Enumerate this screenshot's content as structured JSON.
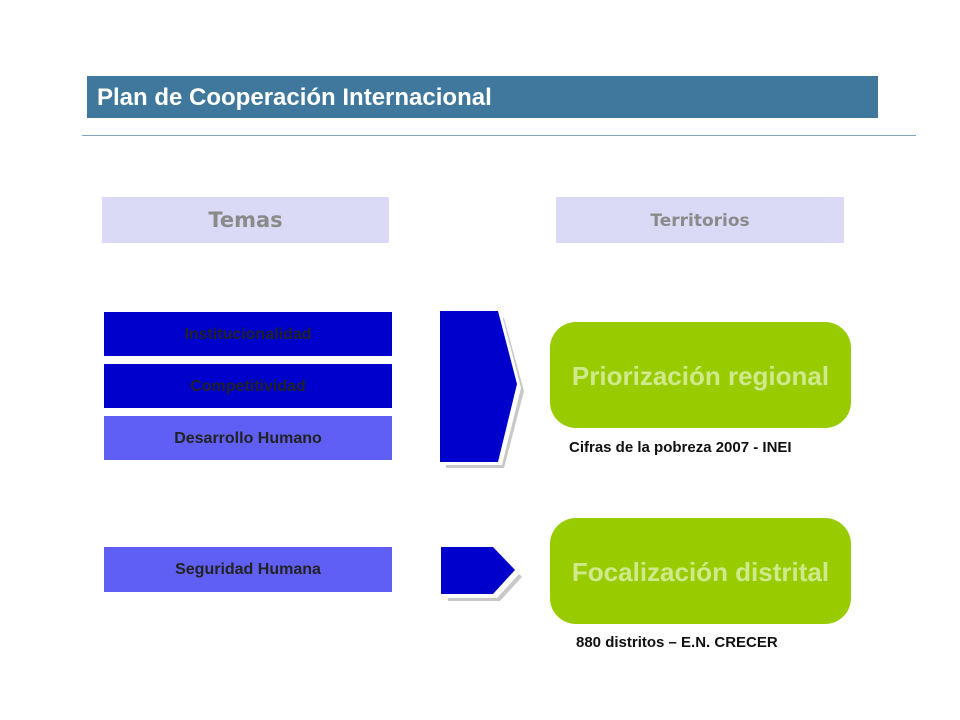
{
  "title": "Plan de Cooperación Internacional",
  "headers": {
    "temas": "Temas",
    "territorios": "Territorios"
  },
  "temas": {
    "institucionalidad": "Institucionalidad",
    "competitividad": "Competitividad",
    "desarrollo_humano": "Desarrollo Humano",
    "seguridad_humana": "Seguridad Humana"
  },
  "territorios": {
    "regional": {
      "label": "Priorización regional",
      "caption": "Cifras de la pobreza 2007 - INEI"
    },
    "distrital": {
      "label": "Focalización distrital",
      "caption": "880 distritos – E.N. CRECER"
    }
  },
  "colors": {
    "title_bar": "#3f789c",
    "header_box": "#dadaf6",
    "tema_dark": "#0000cd",
    "tema_light": "#5f5ff5",
    "pill": "#99cc00"
  }
}
